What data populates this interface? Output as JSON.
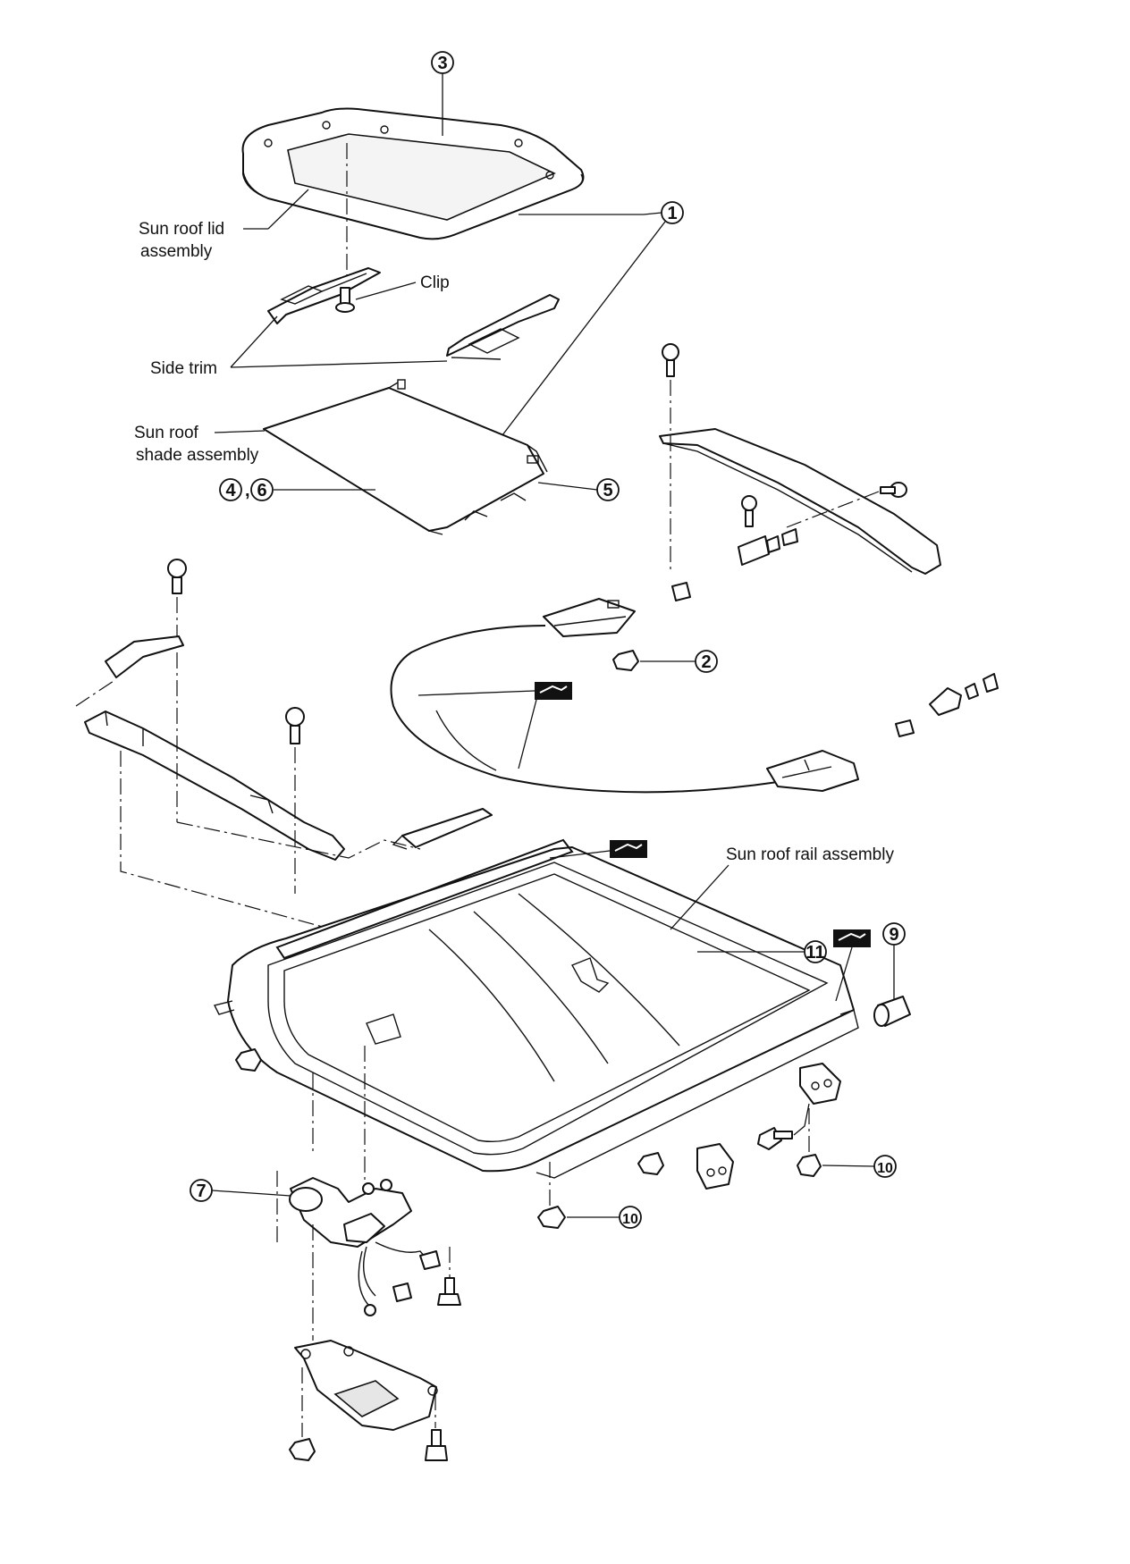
{
  "labels": {
    "sun_roof_lid_line1": "Sun roof lid",
    "sun_roof_lid_line2": "assembly",
    "clip": "Clip",
    "side_trim": "Side trim",
    "sun_roof_shade_line1": "Sun roof",
    "sun_roof_shade_line2": "shade assembly",
    "sun_roof_rail": "Sun roof rail assembly"
  },
  "callouts": {
    "c1": "1",
    "c2": "2",
    "c3": "3",
    "c4_6": "4",
    "c4_6_b": "6",
    "c5": "5",
    "c7": "7",
    "c9": "9",
    "c10a": "10",
    "c10b": "10",
    "c11": "11"
  },
  "icons": [
    "grease-symbol"
  ]
}
